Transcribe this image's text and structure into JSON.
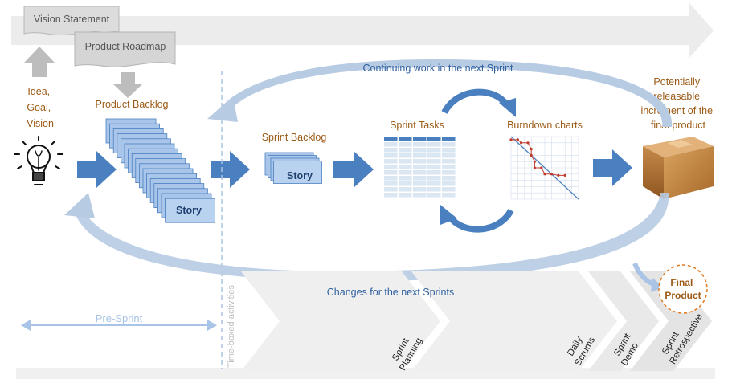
{
  "docs": {
    "vision_statement": "Vision Statement",
    "product_roadmap": "Product Roadmap"
  },
  "idea": [
    "Idea,",
    "Goal,",
    "Vision"
  ],
  "backlog": {
    "title": "Product Backlog",
    "story": "Story"
  },
  "sprint_backlog": {
    "title": "Sprint Backlog",
    "story": "Story"
  },
  "sprint_tasks": {
    "title": "Sprint Tasks"
  },
  "burndown": {
    "title": "Burndown charts"
  },
  "increment": [
    "Potentially",
    "releasable",
    "increment of the",
    "final product"
  ],
  "cycles": {
    "top": "Continuing work in the next Sprint",
    "bottom": "Changes for the next Sprints"
  },
  "pre_sprint": "Pre-Sprint",
  "timeboxed": "Time-boxed activities",
  "phases": {
    "planning": [
      "Sprint",
      "Planning"
    ],
    "scrums": [
      "Daily",
      "Scrums"
    ],
    "demo": [
      "Sprint",
      "Demo"
    ],
    "retro": [
      "Sprint",
      "Retrospective"
    ]
  },
  "final_product": [
    "Final",
    "Product"
  ],
  "colors": {
    "blue": "#4a7fc0",
    "light_blue": "#a9c4e6",
    "brown": "#9c5a16",
    "text_blue": "#2e5f9e",
    "grey": "#e8e8e8",
    "box": "#c58b4a",
    "orange": "#e07b20"
  }
}
